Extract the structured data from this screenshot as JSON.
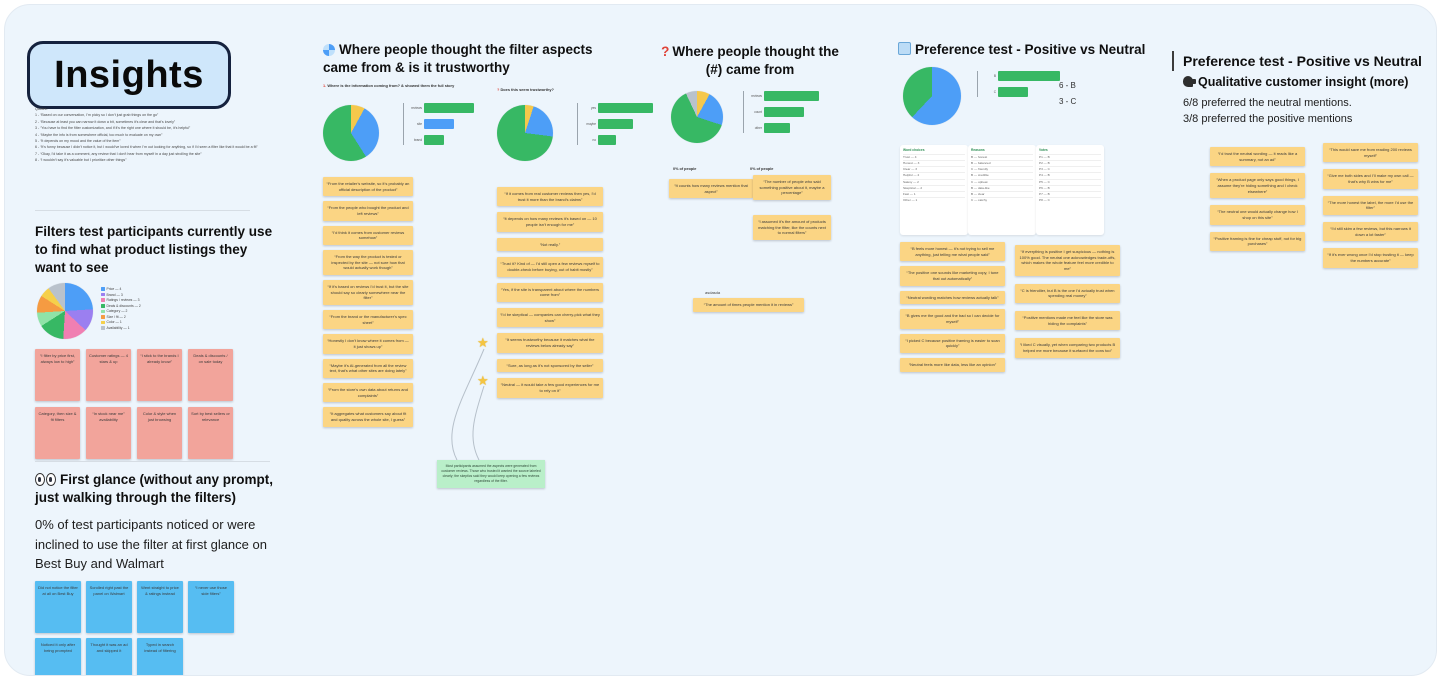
{
  "meta": {
    "board_bg": "#edf5fc",
    "sticky_yellow": "#fbd584",
    "sticky_pink": "#f2a49b",
    "sticky_blue": "#56bdf2",
    "sticky_green": "#b9efc9",
    "accent_green": "#37b864",
    "accent_blue": "#4d9ef7",
    "accent_yellow": "#f5c84c"
  },
  "insights": {
    "title": "Insights"
  },
  "quotes": {
    "lines": [
      "Quotes:",
      "1 - “Based on our conversation, I’m picky so I don’t just grab things on the go”",
      "2 - “Because at least you can narrow it down a bit, sometimes it’s clear and that’s lovely”",
      "3 - “You have to find the filter customization, and if it’s the right one where it should be, it’s helpful”",
      "4 - “Maybe the info is from somewhere official, too much to evaluate on my own”",
      "5 - “It depends on my mood and the value of the item”",
      "6 - “It’s funny because I didn’t notice it, but I would’ve loved it when I’m out looking for anything, so if I’d seen a filter like that it would be a fit”",
      "7 - “Okay, I’d take it as a comment, any review that I don’t hear from myself in a day just strolling the site”",
      "8 - “I wouldn’t say it’s valuable but I prioritize other things”"
    ]
  },
  "filters_section": {
    "heading": "Filters test participants currently use to find what product listings they want to see",
    "pie": [
      {
        "color": "#4d9ef7",
        "pct": 24
      },
      {
        "color": "#9b7ff0",
        "pct": 13
      },
      {
        "color": "#f07fb2",
        "pct": 14
      },
      {
        "color": "#37b864",
        "pct": 15
      },
      {
        "color": "#8fe3a8",
        "pct": 8
      },
      {
        "color": "#f59b42",
        "pct": 10
      },
      {
        "color": "#f5d04b",
        "pct": 6
      },
      {
        "color": "#b9c2cc",
        "pct": 10
      }
    ],
    "legend": [
      {
        "color": "#4d9ef7",
        "label": "Price — 4"
      },
      {
        "color": "#9b7ff0",
        "label": "Brand — 3"
      },
      {
        "color": "#f07fb2",
        "label": "Ratings / reviews — 3"
      },
      {
        "color": "#37b864",
        "label": "Deals & discounts — 2"
      },
      {
        "color": "#8fe3a8",
        "label": "Category — 2"
      },
      {
        "color": "#f59b42",
        "label": "Size / fit — 2"
      },
      {
        "color": "#f5d04b",
        "label": "Color — 1"
      },
      {
        "color": "#b9c2cc",
        "label": "Availability — 1"
      }
    ],
    "stickies": [
      "“I filter by price first, always low to high”",
      "Customer ratings — 4 stars & up",
      "“I stick to the brands I already know”",
      "Deals & discounts / on sale today",
      "Category, then size & fit filters",
      "“In stock near me” availability",
      "Color & style when just browsing",
      "Sort by best sellers or relevance"
    ]
  },
  "first_glance": {
    "heading": "First glance (without any prompt, just walking through the filters)",
    "body": "0% of test participants noticed or were inclined to use the filter at first glance on Best Buy and Walmart",
    "stickies": [
      "Did not notice the filter at all on Best Buy",
      "Scrolled right past the panel on Walmart",
      "Went straight to price & ratings instead",
      "“I never use those side filters”",
      "Noticed it only after being prompted",
      "Thought it was an ad and skipped it",
      "Typed in search instead of filtering"
    ]
  },
  "aspects": {
    "heading": "Where people thought the filter aspects came from & is it trustworthy",
    "q1_mark": "1.",
    "q1_text": "Where is the information coming from? & showed them the full story",
    "q2_mark": "?",
    "q2_text": "Does this seem trustworthy?",
    "pie1": [
      {
        "color": "#f5c84c",
        "pct": 8
      },
      {
        "color": "#4d9ef7",
        "pct": 33
      },
      {
        "color": "#37b864",
        "pct": 59
      }
    ],
    "bars1": [
      {
        "label": "reviews",
        "w": 50,
        "color": "#37b864"
      },
      {
        "label": "site",
        "w": 30,
        "color": "#4d9ef7"
      },
      {
        "label": "brand",
        "w": 20,
        "color": "#37b864"
      }
    ],
    "pie2": [
      {
        "color": "#f5c84c",
        "pct": 5
      },
      {
        "color": "#4d9ef7",
        "pct": 22
      },
      {
        "color": "#37b864",
        "pct": 73
      }
    ],
    "bars2": [
      {
        "label": "yes",
        "w": 55,
        "color": "#37b864"
      },
      {
        "label": "maybe",
        "w": 35,
        "color": "#37b864"
      },
      {
        "label": "no",
        "w": 18,
        "color": "#37b864"
      }
    ],
    "star": "★",
    "left_stickies": [
      "“From the retailer’s website, so it’s probably an official description of the product”",
      "“From the people who bought the product and left reviews”",
      "“I’d think it comes from customer reviews somehow”",
      "“From the way the product is tested or inspected by the site — not sure how that would actually work though”",
      "“If it’s based on reviews I’d trust it, but the site should say so clearly somewhere near the filter”",
      "“From the brand or the manufacturer’s spec sheet”",
      "“Honestly I don’t know where it comes from — it just shows up”",
      "“Maybe it’s AI-generated from all the review text, that’s what other sites are doing lately”",
      "“From the store’s own data about returns and complaints”",
      "“It aggregates what customers say about fit and quality across the whole site, I guess”"
    ],
    "right_stickies": [
      "“If it comes from real customer reviews then yes, I’d trust it more than the brand’s claims”",
      "“It depends on how many reviews it’s based on — 10 people isn’t enough for me”",
      "“Not really.”",
      "“Trust it? Kind of — I’d still open a few reviews myself to double-check before buying, out of habit mostly”",
      "“Yes, if the site is transparent about where the numbers come from”",
      "“I’d be skeptical — companies can cherry-pick what they show”",
      "“It seems trustworthy because it matches what the reviews below already say”",
      "“Sure, as long as it’s not sponsored by the seller”",
      "“Neutral — it would take a few good experiences for me to rely on it”"
    ],
    "green_note": "Most participants assumed the aspects were generated from customer reviews. Those who trusted it wanted the source labeled clearly; the skeptics said they would keep opening a few reviews regardless of the filter."
  },
  "number_source": {
    "q_mark": "?",
    "heading": "Where people thought the (#) came from",
    "pie": [
      {
        "color": "#f5c84c",
        "pct": 8
      },
      {
        "color": "#4d9ef7",
        "pct": 22
      },
      {
        "color": "#37b864",
        "pct": 63
      },
      {
        "color": "#b9c2cc",
        "pct": 7
      }
    ],
    "bars": [
      {
        "label": "reviews",
        "w": 55,
        "color": "#37b864"
      },
      {
        "label": "count",
        "w": 40,
        "color": "#37b864"
      },
      {
        "label": "other",
        "w": 26,
        "color": "#37b864"
      }
    ],
    "caption_left": "0% of people",
    "caption_right": "0% of people",
    "sticky_a": "“It counts how many reviews mention that aspect”",
    "sticky_b": "“The number of people who said something positive about it, maybe a percentage”",
    "sticky_c": "“I assumed it’s the amount of products matching the filter, like the counts next to normal filters”",
    "label": "asdasda",
    "sticky_wide": "“The amount of times people mention it in reviews”"
  },
  "preference": {
    "heading": "Preference test - Positive vs Neutral",
    "pie": [
      {
        "color": "#4d9ef7",
        "pct": 62
      },
      {
        "color": "#37b864",
        "pct": 38
      }
    ],
    "bars": [
      {
        "label": "B",
        "w": 62,
        "color": "#37b864"
      },
      {
        "label": "C",
        "w": 30,
        "color": "#37b864"
      }
    ],
    "count_b": "6 - B",
    "count_c": "3 - C",
    "panels": [
      {
        "header": "Word choices",
        "rows": [
          "Trust — 4",
          "Honest — 3",
          "Clear — 3",
          "Helpful — 2",
          "Salesy — 2",
          "Skeptical — 2",
          "Fast — 1",
          "Other — 1"
        ]
      },
      {
        "header": "Reasons",
        "rows": [
          "B — honest",
          "B — balanced",
          "C — friendly",
          "B — credible",
          "C — upbeat",
          "B — data-like",
          "B — clear",
          "C — catchy"
        ]
      },
      {
        "header": "Votes",
        "rows": [
          "P1 — B",
          "P2 — B",
          "P3 — C",
          "P4 — B",
          "P5 — C",
          "P6 — B",
          "P7 — B",
          "P8 — C"
        ]
      }
    ],
    "left_stickies": [
      "“B feels more honest — it’s not trying to sell me anything, just telling me what people said”",
      "“The positive one sounds like marketing copy, I tune that out automatically”",
      "“Neutral wording matches how reviews actually talk”",
      "“B gives me the good and the bad so I can decide for myself”",
      "“I picked C because positive framing is easier to scan quickly”",
      "“Neutral feels more like data, less like an opinion”"
    ],
    "right_stickies": [
      "“If everything is positive I get suspicious — nothing is 100% good. The neutral one acknowledges trade-offs, which makes the whole feature feel more credible to me”",
      "“C is friendlier, but B is the one I’d actually trust when spending real money”",
      "“Positive mentions made me feel like the store was hiding the complaints”",
      "“I liked C visually, yet when comparing two products B helped me more because it surfaced the cons too”"
    ]
  },
  "qualitative": {
    "heading": "Preference test - Positive vs Neutral",
    "subheading": "Qualitative customer insight (more)",
    "stat1": "6/8 preferred the neutral mentions.",
    "stat2": "3/8 preferred the positive mentions",
    "left_stickies": [
      "“I’d trust the neutral wording — it reads like a summary, not an ad”",
      "“When a product page only says good things, I assume they’re hiding something and I check elsewhere”",
      "“The neutral one would actually change how I shop on this site”",
      "“Positive framing is fine for cheap stuff, not for big purchases”"
    ],
    "right_stickies": [
      "“This would save me from reading 200 reviews myself”",
      "“Give me both sides and I’ll make my own call — that’s why B wins for me”",
      "“The more honest the label, the more I’d use the filter”",
      "“I’d still skim a few reviews, but this narrows it down a lot faster”",
      "“If it’s ever wrong once I’d stop trusting it — keep the numbers accurate”"
    ]
  }
}
